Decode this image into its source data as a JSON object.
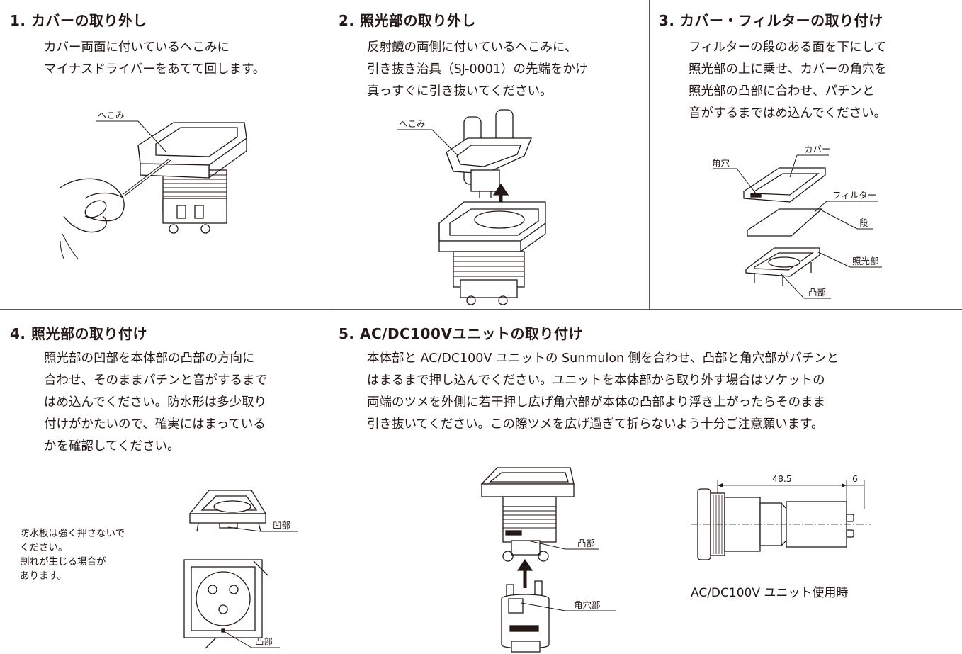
{
  "sections": [
    {
      "title": "1. カバーの取り外し",
      "lines": [
        "カバー両面に付いているへこみに",
        "マイナスドライバーをあてて回します。"
      ],
      "labels": {
        "dent": "へこみ"
      }
    },
    {
      "title": "2. 照光部の取り外し",
      "lines": [
        "反射鏡の両側に付いているへこみに、",
        "引き抜き治具（SJ-0001）の先端をかけ",
        "真っすぐに引き抜いてください。"
      ],
      "labels": {
        "dent": "へこみ"
      }
    },
    {
      "title": "3. カバー・フィルターの取り付け",
      "lines": [
        "フィルターの段のある面を下にして",
        "照光部の上に乗せ、カバーの角穴を",
        "照光部の凸部に合わせ、パチンと",
        "音がするまではめ込んでください。"
      ],
      "labels": {
        "square_hole": "角穴",
        "cover": "カバー",
        "filter": "フィルター",
        "step": "段",
        "light_part": "照光部",
        "boss": "凸部"
      }
    },
    {
      "title": "4. 照光部の取り付け",
      "lines": [
        "照光部の凹部を本体部の凸部の方向に",
        "合わせ、そのままパチンと音がするまで",
        "はめ込んでください。防水形は多少取り",
        "付けがかたいので、確実にはまっている",
        "かを確認してください。"
      ],
      "note": [
        "防水板は強く押さないで",
        "ください。",
        "割れが生じる場合が",
        "あります。"
      ],
      "labels": {
        "recess": "凹部",
        "boss": "凸部"
      }
    },
    {
      "title": "5. AC/DC100Vユニットの取り付け",
      "lines": [
        "本体部と AC/DC100V ユニットの Sunmulon 側を合わせ、凸部と角穴部がパチンと",
        "はまるまで押し込んでください。ユニットを本体部から取り外す場合はソケットの",
        "両端のツメを外側に若干押し広げ角穴部が本体の凸部より浮き上がったらそのまま",
        "引き抜いてください。この際ツメを広げ過ぎて折らないよう十分ご注意願います。"
      ],
      "labels": {
        "boss": "凸部",
        "square_hole_part": "角穴部"
      },
      "dimensions": {
        "length": "48.5",
        "pin": "6"
      },
      "caption": "AC/DC100V ユニット使用時"
    }
  ]
}
